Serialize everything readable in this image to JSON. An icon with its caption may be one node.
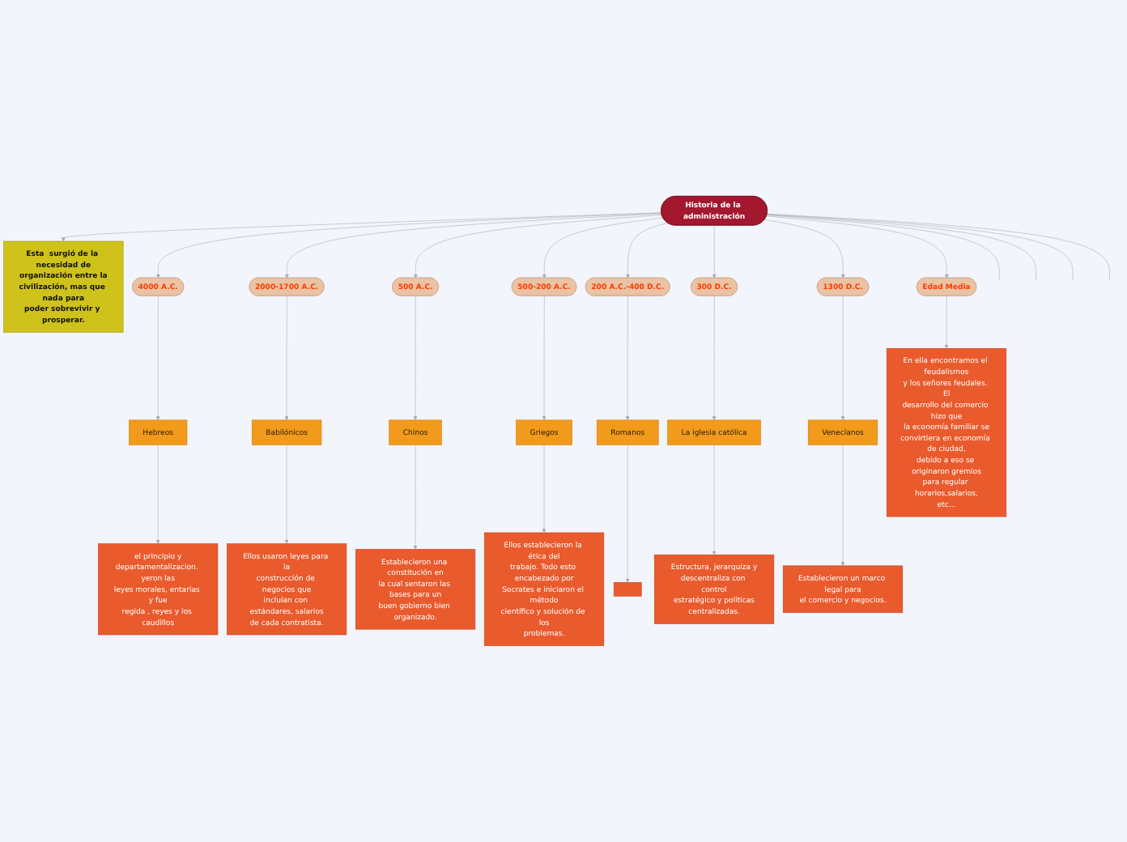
{
  "diagram": {
    "nodes": [
      {
        "text": [
          "Historia de la administración"
        ]
      },
      {
        "text": [
          "Esta  surgió de la necesidad de organización entre la civilización, mas que nada para poder sobrevivir y prosperar."
        ]
      },
      {
        "text": [
          "4000 A.C."
        ]
      },
      {
        "text": [
          "Hebreos"
        ]
      },
      {
        "text": [
          "el principio y departamentalizacion. yeron las leyes morales, entarias y fue regida , reyes y los caudillos"
        ]
      },
      {
        "text": [
          "2000-1700 A.C."
        ]
      },
      {
        "text": [
          "Babilónicos"
        ]
      },
      {
        "text": [
          "Ellos usaron leyes para la construcción de negocios que incluían con estándares, salarios de cada contratista."
        ]
      },
      {
        "text": [
          "500 A.C."
        ]
      },
      {
        "text": [
          "Chinos"
        ]
      },
      {
        "text": [
          "Establecieron una constitución en la cual sentaron las bases para un buen gobierno bien organizado."
        ]
      },
      {
        "text": [
          "500-200 A.C."
        ]
      },
      {
        "text": [
          "Griegos"
        ]
      },
      {
        "text": [
          "Ellos establecieron la ética del trabajo. Todo esto encabezado por Socrates e iniciaron el método científico y solución de los problemas."
        ]
      },
      {
        "text": [
          "200 A.C.-400 D.C."
        ]
      },
      {
        "text": [
          "Romanos"
        ]
      },
      {
        "text": [],
        "shape": "box"
      },
      {
        "text": [
          "300 D.C."
        ]
      },
      {
        "text": [
          "La iglesia católica"
        ]
      },
      {
        "text": [
          "Estructura, jerarquiza y descentraliza con control estratégico y políticas centralizadas."
        ]
      },
      {
        "text": [
          "1300 D.C."
        ]
      },
      {
        "text": [
          "Venecianos"
        ]
      },
      {
        "text": [
          "Establecieron un marco legal para el comercio y negocios."
        ]
      },
      {
        "text": [
          "Edad Media"
        ]
      },
      {
        "text": [
          "En ella encontramos el feudalismos y los señores feudales. El desarrollo del comercio hizo que la economía familiar se convirtiera en economía de ciudad, debido a eso se originaron gremios para regular horarios,salarios, etc..."
        ]
      }
    ],
    "edges": [
      {
        "from": 0,
        "to": 1,
        "arrow": "to"
      },
      {
        "from": 0,
        "to": null,
        "arrow": "none"
      },
      {
        "from": 0,
        "to": null,
        "arrow": "none"
      },
      {
        "from": 0,
        "to": 2,
        "arrow": "to"
      },
      {
        "from": 2,
        "to": 3,
        "arrow": "to"
      },
      {
        "from": 3,
        "to": 4,
        "arrow": "to"
      },
      {
        "from": 0,
        "to": 5,
        "arrow": "to"
      },
      {
        "from": 5,
        "to": 6,
        "arrow": "to"
      },
      {
        "from": 6,
        "to": 7,
        "arrow": "to"
      },
      {
        "from": 0,
        "to": 8,
        "arrow": "to"
      },
      {
        "from": 8,
        "to": 9,
        "arrow": "to"
      },
      {
        "from": 9,
        "to": 10,
        "arrow": "to"
      },
      {
        "from": 0,
        "to": 11,
        "arrow": "to"
      },
      {
        "from": 11,
        "to": 12,
        "arrow": "to"
      },
      {
        "from": 12,
        "to": 13,
        "arrow": "to"
      },
      {
        "from": 0,
        "to": 14,
        "arrow": "to"
      },
      {
        "from": 14,
        "to": 15,
        "arrow": "to"
      },
      {
        "from": 15,
        "to": 16,
        "arrow": "to"
      },
      {
        "from": 0,
        "to": 17,
        "arrow": "to"
      },
      {
        "from": 17,
        "to": 18,
        "arrow": "to"
      },
      {
        "from": 18,
        "to": 19,
        "arrow": "to"
      },
      {
        "from": 0,
        "to": 20,
        "arrow": "to"
      },
      {
        "from": 20,
        "to": 21,
        "arrow": "to"
      },
      {
        "from": 21,
        "to": 22,
        "arrow": "to"
      },
      {
        "from": 0,
        "to": 23,
        "arrow": "to"
      },
      {
        "from": 23,
        "to": 24,
        "arrow": "to"
      },
      {
        "from": 0,
        "to": null,
        "arrow": "none"
      },
      {
        "from": 0,
        "to": null,
        "arrow": "none"
      }
    ]
  }
}
